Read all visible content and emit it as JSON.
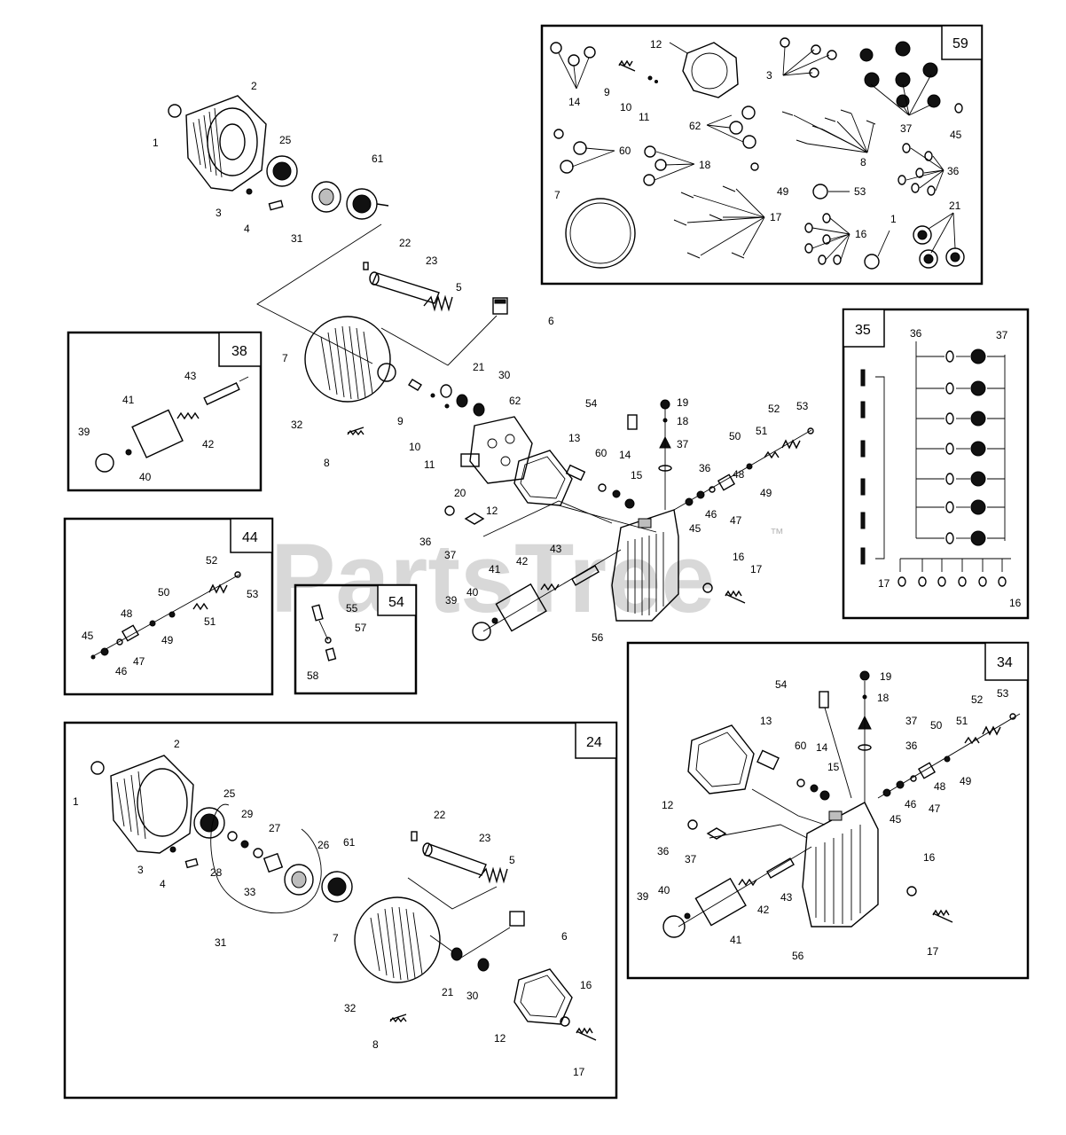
{
  "watermark": {
    "text": "PartsTree",
    "trademark": "™"
  },
  "insets": {
    "kit59": "59",
    "kit35": "35",
    "kit38": "38",
    "kit44": "44",
    "kit54": "54",
    "kit24": "24",
    "kit34": "34"
  },
  "labels": {
    "main_pump": [
      "1",
      "2",
      "25",
      "61",
      "3",
      "4",
      "31",
      "22",
      "23",
      "5",
      "6",
      "7",
      "32",
      "21",
      "30",
      "62",
      "9",
      "10",
      "11",
      "8",
      "20",
      "13",
      "12",
      "54",
      "19",
      "18",
      "37",
      "36",
      "60",
      "14",
      "15",
      "52",
      "53",
      "50",
      "51",
      "48",
      "49",
      "46",
      "47",
      "45",
      "36",
      "37",
      "43",
      "42",
      "41",
      "40",
      "39",
      "16",
      "17",
      "56"
    ],
    "kit59": [
      "12",
      "3",
      "14",
      "9",
      "10",
      "11",
      "62",
      "37",
      "45",
      "60",
      "18",
      "8",
      "36",
      "7",
      "49",
      "53",
      "17",
      "16",
      "1",
      "21"
    ],
    "kit35": [
      "36",
      "37",
      "17",
      "16"
    ],
    "kit38": [
      "43",
      "41",
      "42",
      "39",
      "40"
    ],
    "kit44": [
      "52",
      "53",
      "50",
      "51",
      "48",
      "49",
      "45",
      "47",
      "46"
    ],
    "kit54": [
      "55",
      "57",
      "58"
    ],
    "kit24": [
      "2",
      "1",
      "25",
      "29",
      "27",
      "3",
      "28",
      "26",
      "61",
      "4",
      "33",
      "22",
      "23",
      "5",
      "6",
      "31",
      "7",
      "32",
      "21",
      "30",
      "16",
      "12",
      "17",
      "8"
    ],
    "kit34": [
      "19",
      "54",
      "18",
      "13",
      "37",
      "36",
      "52",
      "53",
      "51",
      "50",
      "60",
      "14",
      "49",
      "15",
      "48",
      "46",
      "47",
      "45",
      "12",
      "36",
      "37",
      "43",
      "40",
      "42",
      "39",
      "41",
      "56",
      "16",
      "17"
    ]
  }
}
